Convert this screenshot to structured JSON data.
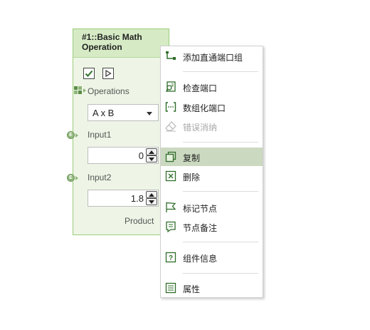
{
  "node": {
    "title_line1": "#1::Basic Math",
    "title_line2": "Operation",
    "operations_label": "Operations",
    "operation_value": "A x B",
    "input1_label": "Input1",
    "input1_value": "0",
    "input2_label": "Input2",
    "input2_value": "1.8",
    "output_label": "Product",
    "port_letter": "E"
  },
  "menu": {
    "items": [
      {
        "label": "添加直通端口组",
        "icon": "passthrough-port-icon"
      },
      {
        "label": "检查端口",
        "icon": "inspect-port-icon"
      },
      {
        "label": "数组化端口",
        "icon": "array-port-icon"
      },
      {
        "label": "错误消纳",
        "icon": "eraser-icon"
      },
      {
        "label": "复制",
        "icon": "copy-icon"
      },
      {
        "label": "删除",
        "icon": "delete-icon"
      },
      {
        "label": "标记节点",
        "icon": "flag-icon"
      },
      {
        "label": "节点备注",
        "icon": "note-icon"
      },
      {
        "label": "组件信息",
        "icon": "help-icon"
      },
      {
        "label": "属性",
        "icon": "properties-icon"
      }
    ]
  },
  "colors": {
    "node_bg": "#eef5e6",
    "node_header": "#d6ebc5",
    "node_border": "#9ccc7a",
    "highlight": "#cbd9c1",
    "icon_green": "#2f6e2a"
  }
}
